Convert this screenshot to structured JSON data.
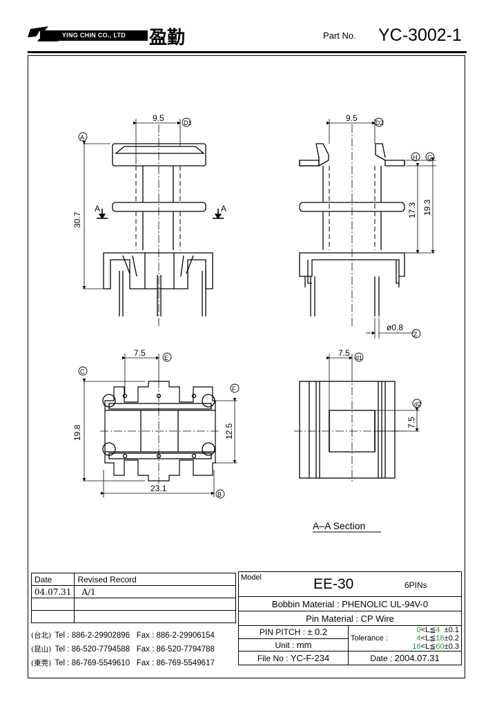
{
  "header": {
    "company": "YING CHIN CO., LTD",
    "company_cn": "盈勤",
    "part_no_label": "Part No.",
    "part_no": "YC-3002-1"
  },
  "drawing": {
    "front": {
      "dim_top": "9.5",
      "ref_top": "D1",
      "ref_left": "A",
      "dim_height": "30.7",
      "section_mark": "A"
    },
    "side": {
      "dim_top": "9.5",
      "ref_top": "D2",
      "ref_h": "H",
      "ref_g": "G",
      "dim_inner": "17.3",
      "dim_outer": "19.3",
      "pin_dia": "ø0.8",
      "ref_pin": "Z"
    },
    "bottom": {
      "dim_top": "7.5",
      "ref_top": "E",
      "ref_left": "C",
      "ref_right": "F",
      "dim_height": "19.8",
      "dim_inner": "12.5",
      "dim_width": "23.1",
      "ref_bottom": "B"
    },
    "section": {
      "dim_top": "7.5",
      "ref_top": "d1",
      "ref_right": "d2",
      "dim_right": "7.5",
      "title": "A–A  Section"
    }
  },
  "revision": {
    "headers": {
      "date": "Date",
      "record": "Revised Record"
    },
    "rows": [
      {
        "date": "04.07.31",
        "record": "A/1"
      },
      {
        "date": "",
        "record": ""
      },
      {
        "date": "",
        "record": ""
      }
    ]
  },
  "contacts": [
    {
      "loc": "(台北)",
      "tel": "Tel : 886-2-29902896",
      "fax": "Fax : 886-2-29906154"
    },
    {
      "loc": "(昆山)",
      "tel": "Tel : 86-520-7794588",
      "fax": "Fax : 86-520-7794788"
    },
    {
      "loc": "(東莞)",
      "tel": "Tel : 86-769-5549610",
      "fax": "Fax : 86-769-5549617"
    }
  ],
  "spec": {
    "model_label": "Model",
    "model": "EE-30",
    "pins": "6PINs",
    "bobbin_label": "Bobbin  Material : ",
    "bobbin": "PHENOLIC UL-94V-0",
    "pin_mat_label": "Pin  Material : ",
    "pin_mat": "CP Wire",
    "pitch_label": "PIN  PITCH : ",
    "pitch": "± 0.2",
    "unit_label": "Unit : ",
    "unit": "mm",
    "file_label": "File  No : ",
    "file": "YC-F-234",
    "tolerance_label": "Tolerance :",
    "tolerance": [
      {
        "range_a": "0",
        "range_b": "4",
        "value": "±0.1"
      },
      {
        "range_a": "4",
        "range_b": "16",
        "value": "±0.2"
      },
      {
        "range_a": "16",
        "range_b": "60",
        "value": "±0.3"
      }
    ],
    "date_label": "Date : ",
    "date": "2004.07.31"
  }
}
